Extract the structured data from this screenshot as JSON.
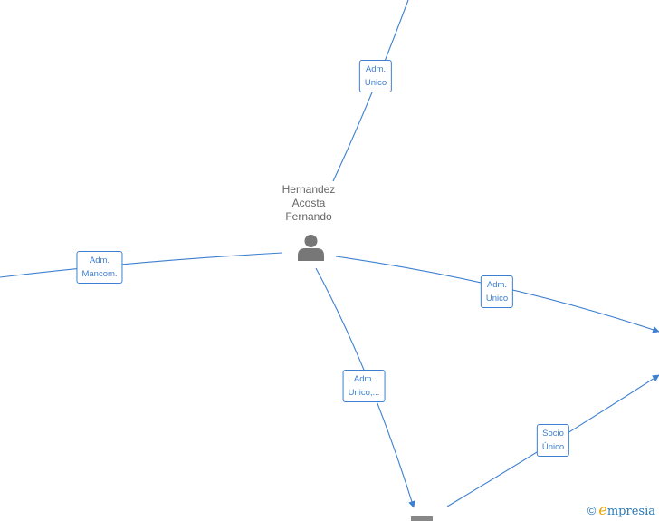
{
  "center_node": {
    "name_lines": [
      "Hernandez",
      "Acosta",
      "Fernando"
    ],
    "icon": "person-icon"
  },
  "edge_labels": [
    {
      "id": "top",
      "lines": [
        "Adm.",
        "Unico"
      ]
    },
    {
      "id": "left",
      "lines": [
        "Adm.",
        "Mancom."
      ]
    },
    {
      "id": "right",
      "lines": [
        "Adm.",
        "Unico"
      ]
    },
    {
      "id": "bottom",
      "lines": [
        "Adm.",
        "Unico,..."
      ]
    },
    {
      "id": "lower-right",
      "lines": [
        "Socio",
        "Único"
      ]
    }
  ],
  "brand": {
    "copyright_symbol": "©",
    "e_letter": "e",
    "rest": "mpresia"
  },
  "colors": {
    "edge": "#3d7fd0",
    "node_text": "#666666",
    "icon": "#777777"
  }
}
